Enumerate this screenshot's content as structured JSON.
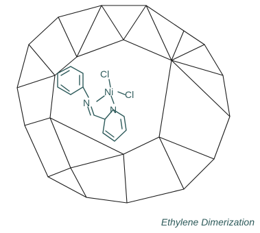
{
  "caption": "Ethylene Dimerization",
  "molecule": {
    "metal": "Ni",
    "ligand_top": "Cl",
    "ligand_right": "Cl",
    "imine_n": "N",
    "pyridine_n": "N"
  },
  "colors": {
    "cage": "#1a1a1a",
    "molecule": "#2d5a5a",
    "caption": "#2d5a5a"
  }
}
